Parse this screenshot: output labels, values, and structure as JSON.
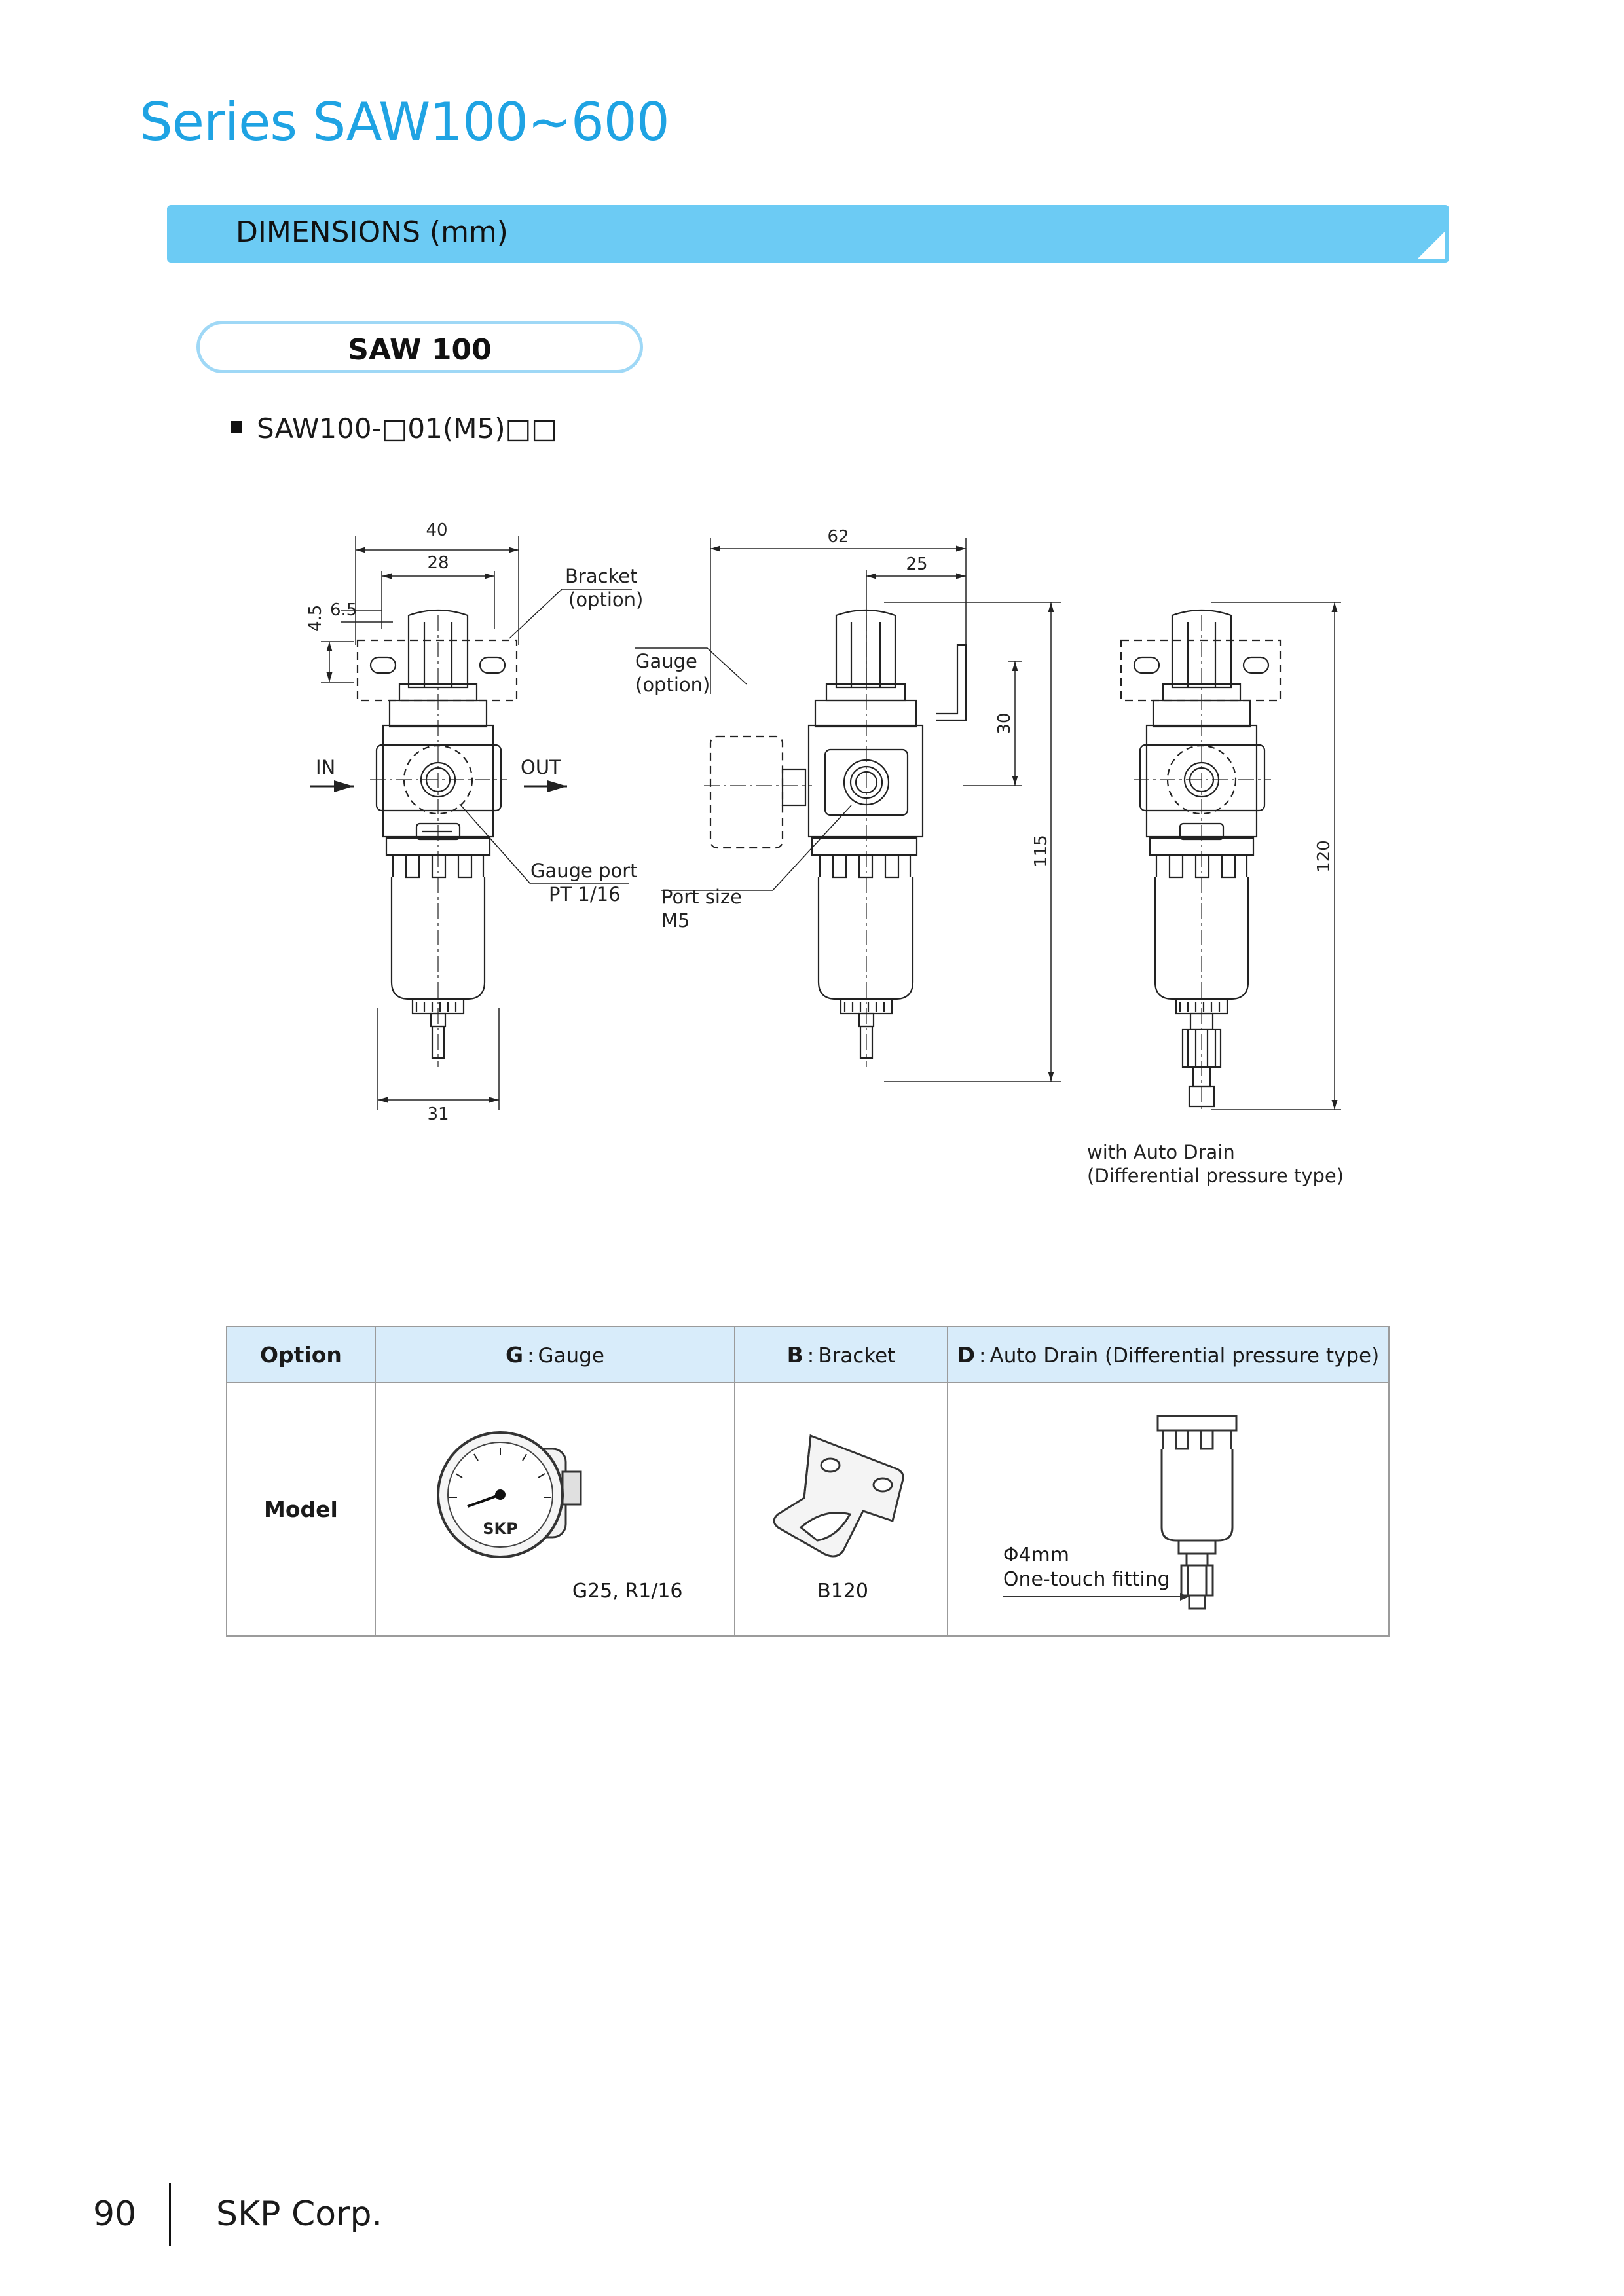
{
  "header": {
    "series_title": "Series SAW100~600",
    "section_label": "DIMENSIONS (mm)",
    "model_title": "SAW 100",
    "variant_code": "SAW100-□01(M5)□□"
  },
  "drawing": {
    "dims": {
      "d40": "40",
      "d28": "28",
      "d6_5": "6.5",
      "d4_5": "4.5",
      "d31": "31",
      "d62": "62",
      "d25": "25",
      "d30": "30",
      "d115": "115",
      "d120": "120"
    },
    "labels": {
      "bracket": "Bracket",
      "bracket_option": "(option)",
      "gauge": "Gauge",
      "gauge_option": "(option)",
      "in": "IN",
      "out": "OUT",
      "gauge_port": "Gauge port",
      "gauge_port_size": "PT 1/16",
      "port_size": "Port size",
      "port_size_value": "M5",
      "auto_drain_1": "with Auto Drain",
      "auto_drain_2": "(Differential pressure type)"
    }
  },
  "option_table": {
    "header": {
      "option": "Option",
      "g_key": "G",
      "g_label": "Gauge",
      "b_key": "B",
      "b_label": "Bracket",
      "d_key": "D",
      "d_label": "Auto Drain (Differential pressure type)",
      "separator": ":"
    },
    "row": {
      "label": "Model",
      "gauge_model": "G25, R1/16",
      "gauge_face_brand": "SKP",
      "bracket_model": "B120",
      "drain_fitting_1": "Φ4mm",
      "drain_fitting_2": "One-touch fitting"
    }
  },
  "footer": {
    "page_number": "90",
    "company": "SKP Corp."
  },
  "colors": {
    "title_blue": "#1fa3e3",
    "bar_blue": "#6ccbf4",
    "pill_border": "#9fd8f6",
    "table_header": "#d8ecfa"
  }
}
